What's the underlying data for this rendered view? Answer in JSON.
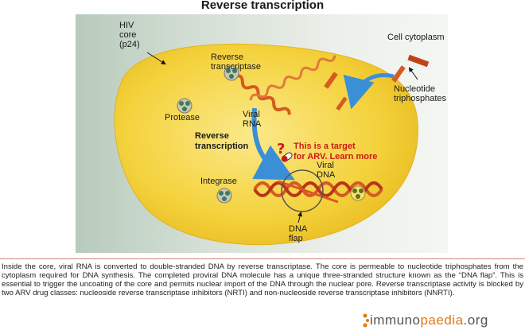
{
  "title": "Reverse transcription",
  "labels": {
    "hiv_core": "HIV core (p24)",
    "hiv_core_lines": [
      "HIV",
      "core",
      "(p24)"
    ],
    "cell_cytoplasm": "Cell cytoplasm",
    "reverse_transcriptase": [
      "Reverse",
      "transcriptase"
    ],
    "protease": "Protease",
    "viral_rna": [
      "Viral",
      "RNA"
    ],
    "reverse_transcription": [
      "Reverse",
      "transcription"
    ],
    "target_link": [
      "This is a target",
      "for ARV. Learn more"
    ],
    "integrase": "Integrase",
    "viral_dna": [
      "Viral",
      "DNA"
    ],
    "dna_flap": [
      "DNA",
      "flap"
    ],
    "nucleotide_triphosphates": [
      "Nucleotide",
      "triphosphates"
    ]
  },
  "description": "Inside the core, viral RNA is converted to double-stranded DNA by reverse transcriptase. The core is permeable to nucleotide triphosphates from the cytoplasm required for DNA synthesis. The completed proviral DNA molecule has a unique three-stranded structure known as the “DNA flap”. This is essential to trigger the uncoating of the core and permits nuclear import of the DNA through the nuclear pore. Reverse transcriptase activity is blocked by two ARV drug classes: nucleoside reverse transcriptase inhibitors (NRTI) and non-nucleoside reverse transcriptase inhibitors (NNRTI).",
  "logo": {
    "part1": "immuno",
    "part2": "paedia",
    "part3": ".org"
  },
  "colors": {
    "core_fill": "#f4d23c",
    "strand": "#d65a22",
    "arrow": "#3a8fd6",
    "target_text": "#cc1a1a"
  }
}
